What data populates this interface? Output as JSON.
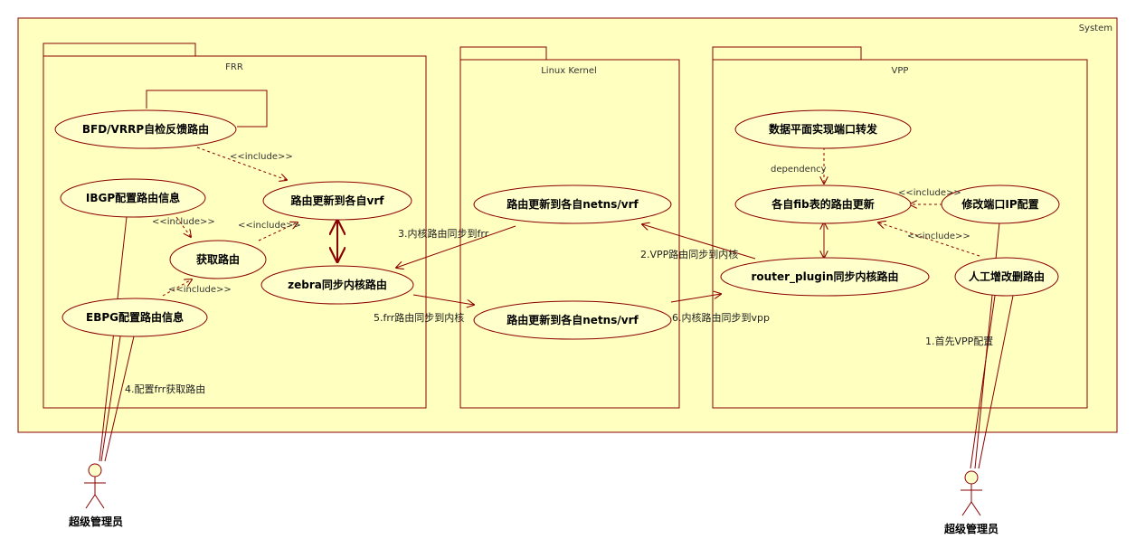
{
  "colors": {
    "fill": "#ffffc0",
    "line": "#8b0000",
    "ellipse_fill": "#ffffcc"
  },
  "system": {
    "label": "System"
  },
  "packages": {
    "frr": {
      "label": "FRR"
    },
    "kernel": {
      "label": "Linux Kernel"
    },
    "vpp": {
      "label": "VPP"
    }
  },
  "usecases": {
    "bfd": "BFD/VRRP自检反馈路由",
    "ibgp": "IBGP配置路由信息",
    "get_route": "获取路由",
    "ebgp": "EBPG配置路由信息",
    "route_vrf": "路由更新到各自vrf",
    "zebra": "zebra同步内核路由",
    "netns1": "路由更新到各自netns/vrf",
    "netns2": "路由更新到各自netns/vrf",
    "dataplane": "数据平面实现端口转发",
    "fib": "各自fib表的路由更新",
    "router_plugin": "router_plugin同步内核路由",
    "modify_ip": "修改端口IP配置",
    "manual": "人工增改删路由"
  },
  "relations": {
    "include_bfd": "<<include>>",
    "include_ibgp": "<<include>>",
    "include_get": "<<include>>",
    "include_ebgp": "<<include>>",
    "include_modify": "<<include>>",
    "include_manual": "<<include>>",
    "dependency": "dependency"
  },
  "flow_labels": {
    "step1": "1.首先VPP配置",
    "step2": "2.VPP路由同步到内核",
    "step3": "3.内核路由同步到frr",
    "step4": "4.配置frr获取路由",
    "step5": "5.frr路由同步到内核",
    "step6": "6.内核路由同步到vpp"
  },
  "actors": {
    "left": "超级管理员",
    "right": "超级管理员"
  }
}
